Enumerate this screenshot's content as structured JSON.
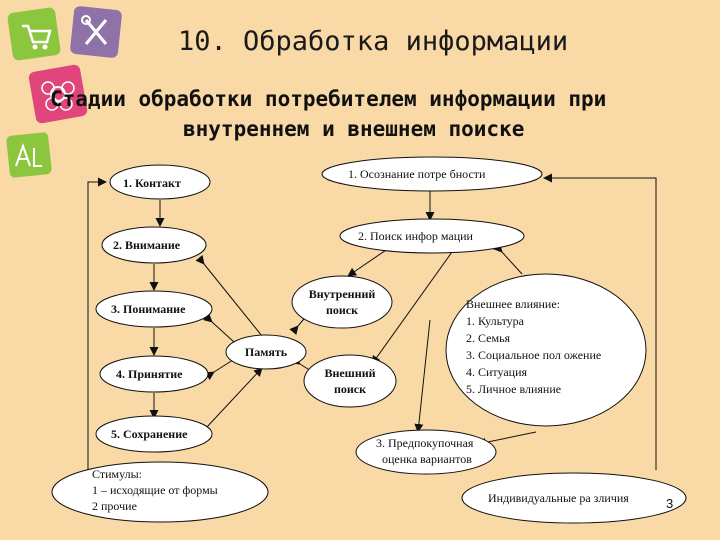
{
  "slide": {
    "title": "10. Обработка информации",
    "subtitle_line1": "Стадии обработки потребителем информации при",
    "subtitle_line2": "внутреннем и внешнем поиске",
    "page_number": "3"
  },
  "decor": {
    "icons": [
      "shopping-cart-icon",
      "tools-icon",
      "flower-icon",
      "letters-icon"
    ],
    "colors": {
      "background": "#f9d9a6",
      "tile_green": "#8cc63f",
      "tile_purple": "#8e72a8",
      "tile_pink": "#e0457b"
    }
  },
  "diagram": {
    "left_stages": [
      "1. Контакт",
      "2. Внимание",
      "3. Понимание",
      "4. Принятие",
      "5. Сохранение"
    ],
    "top_stages": [
      "1. Осознание потре  бности",
      "2. Поиск инфор  мации"
    ],
    "internal_search": [
      "Внутренний",
      "поиск"
    ],
    "memory": "Память",
    "external_search": [
      "Внешний",
      "поиск"
    ],
    "external_influence": {
      "heading": "Внешнее влияние:",
      "items": [
        "1. Культура",
        "2. Семья",
        "3. Социальное пол  ожение",
        "4. Ситуация",
        "5. Личное влияние"
      ]
    },
    "pre_purchase": [
      "3. Предпокупочная",
      "оценка вариантов"
    ],
    "stimuli": {
      "heading": "Стимулы:",
      "items": [
        "1 – исходящие от формы",
        "2     прочие"
      ]
    },
    "individual_differences": "Индивидуальные ра  зличия"
  }
}
